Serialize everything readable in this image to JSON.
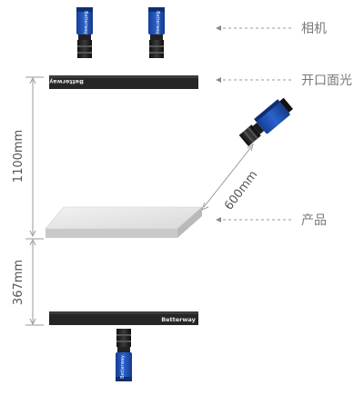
{
  "labels": {
    "camera": "相机",
    "aperture_light": "开口面光",
    "product": "产品"
  },
  "dimensions": {
    "height_top": "1100mm",
    "height_bottom": "367mm",
    "diagonal": "600mm"
  },
  "brand": "Betterway",
  "colors": {
    "camera_blue": "#1f4fb0",
    "camera_body": "#1a1a1a",
    "light_bar": "#2a2a2a",
    "dim_line": "#9a9a9a",
    "label_text": "#7a7a7a"
  }
}
